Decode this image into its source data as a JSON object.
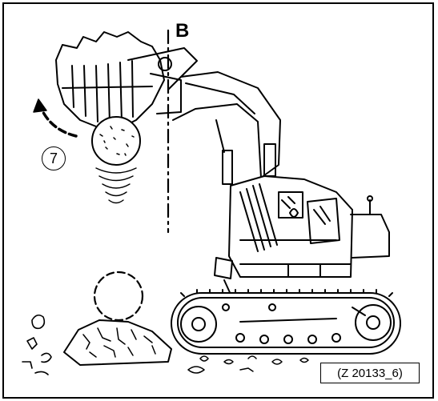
{
  "figure": {
    "line_label": "B",
    "step_number": "7",
    "reference_code": "(Z 20133_6)"
  }
}
